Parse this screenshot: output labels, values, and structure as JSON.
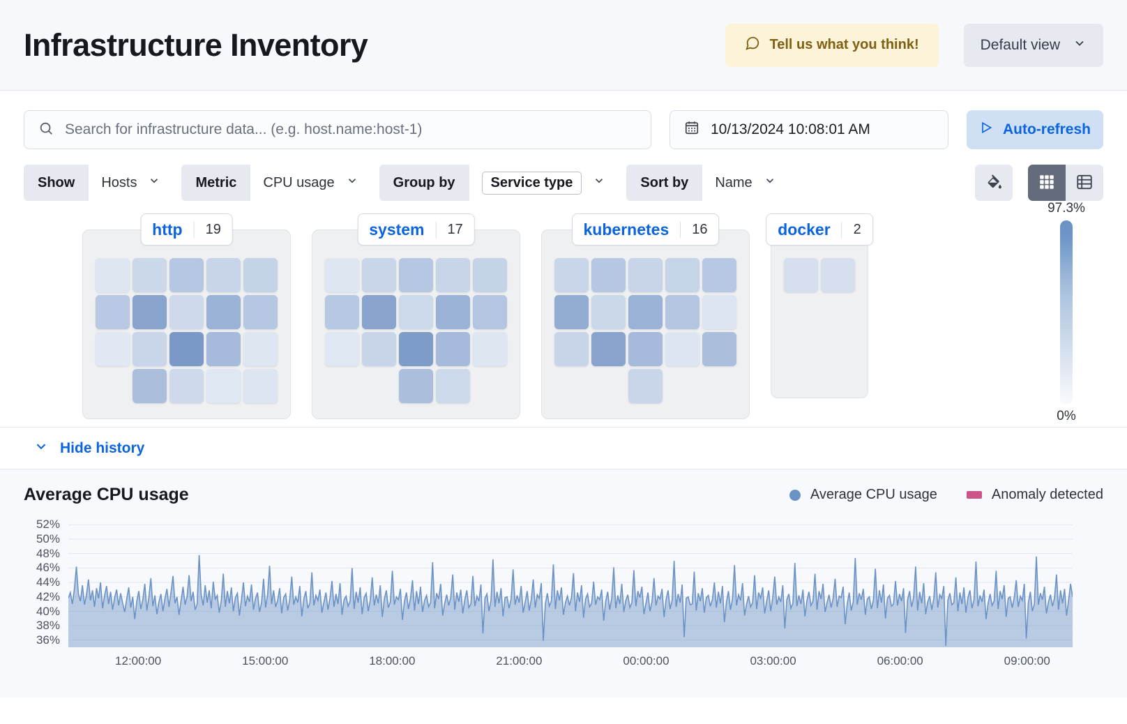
{
  "header": {
    "title": "Infrastructure Inventory",
    "feedback_label": "Tell us what you think!",
    "feedback_icon": "comment-icon",
    "view_label": "Default view",
    "view_icon": "chevron-down-icon"
  },
  "query": {
    "search_placeholder": "Search for infrastructure data... (e.g. host.name:host-1)",
    "search_value": "",
    "search_icon": "search-icon",
    "date_icon": "calendar-icon",
    "date_value": "10/13/2024 10:08:01 AM",
    "refresh_label": "Auto-refresh",
    "refresh_icon": "play-icon"
  },
  "filters": [
    {
      "label": "Show",
      "value": "Hosts",
      "boxed": false,
      "icon": "chevron-down-icon"
    },
    {
      "label": "Metric",
      "value": "CPU usage",
      "boxed": false,
      "icon": "chevron-down-icon"
    },
    {
      "label": "Group by",
      "value": "Service type",
      "boxed": true,
      "icon": "chevron-down-icon"
    },
    {
      "label": "Sort by",
      "value": "Name",
      "boxed": false,
      "icon": "chevron-down-icon"
    }
  ],
  "view_controls": {
    "palette_icon": "color-fill-icon",
    "grid_icon": "grid-view-icon",
    "list_icon": "list-view-icon",
    "active": "grid"
  },
  "waffle": {
    "legend_max": "97.3%",
    "legend_min": "0%",
    "groups": [
      {
        "name": "http",
        "count": "19",
        "values": [
          0.18,
          0.32,
          0.46,
          0.34,
          0.36,
          0.44,
          0.72,
          0.3,
          0.62,
          0.46,
          0.16,
          0.33,
          0.8,
          0.55,
          0.18,
          0.52,
          0.3,
          0.17,
          0.19
        ]
      },
      {
        "name": "system",
        "count": "17",
        "values": [
          0.18,
          0.33,
          0.46,
          0.34,
          0.36,
          0.45,
          0.72,
          0.31,
          0.62,
          0.47,
          0.17,
          0.34,
          0.78,
          0.55,
          0.18,
          0.52,
          0.31
        ]
      },
      {
        "name": "kubernetes",
        "count": "16",
        "values": [
          0.33,
          0.46,
          0.34,
          0.35,
          0.45,
          0.66,
          0.32,
          0.62,
          0.47,
          0.19,
          0.34,
          0.72,
          0.55,
          0.19,
          0.52,
          0.33
        ]
      },
      {
        "name": "docker",
        "count": "2",
        "values": [
          0.25,
          0.25
        ]
      }
    ]
  },
  "history": {
    "toggle_label": "Hide history",
    "toggle_icon": "chevron-down-icon"
  },
  "chart_data": {
    "type": "area",
    "title": "Average CPU usage",
    "xlabel": "",
    "ylabel": "",
    "ylim": [
      35,
      53
    ],
    "grid": true,
    "legend_position": "top-right",
    "legend": [
      {
        "name": "Average CPU usage",
        "color": "#6b92c6",
        "marker": "dot"
      },
      {
        "name": "Anomaly detected",
        "color": "#cc5288",
        "marker": "square"
      }
    ],
    "ytick_labels": [
      "52%",
      "50%",
      "48%",
      "46%",
      "44%",
      "42%",
      "40%",
      "38%",
      "36%"
    ],
    "ytick_values": [
      52,
      50,
      48,
      46,
      44,
      42,
      40,
      38,
      36
    ],
    "xtick_labels": [
      "12:00:00",
      "15:00:00",
      "18:00:00",
      "21:00:00",
      "00:00:00",
      "03:00:00",
      "06:00:00",
      "09:00:00"
    ],
    "series": [
      {
        "name": "Average CPU usage",
        "color": "#6b92c6",
        "values": [
          41.8,
          42.6,
          41.0,
          43.1,
          46.2,
          42.4,
          41.4,
          43.6,
          40.9,
          42.3,
          44.4,
          41.5,
          42.9,
          40.6,
          43.2,
          41.8,
          44.0,
          40.4,
          42.2,
          43.5,
          41.0,
          42.7,
          40.2,
          41.9,
          43.0,
          40.8,
          42.5,
          41.1,
          39.9,
          41.7,
          43.3,
          40.5,
          42.0,
          38.9,
          41.4,
          42.8,
          40.3,
          41.6,
          43.8,
          40.1,
          41.9,
          44.6,
          40.7,
          42.2,
          39.6,
          41.3,
          42.4,
          40.0,
          41.8,
          43.1,
          40.6,
          42.6,
          44.9,
          41.1,
          42.0,
          39.5,
          41.5,
          43.4,
          40.9,
          42.1,
          45.0,
          41.4,
          42.7,
          40.2,
          41.0,
          47.8,
          42.3,
          40.8,
          43.6,
          41.2,
          42.9,
          40.4,
          44.1,
          41.7,
          42.2,
          39.8,
          41.5,
          45.2,
          40.6,
          42.8,
          41.1,
          43.3,
          40.0,
          41.9,
          42.5,
          39.4,
          41.6,
          44.0,
          40.7,
          42.1,
          41.3,
          43.7,
          40.2,
          41.8,
          42.6,
          39.9,
          41.2,
          44.5,
          40.5,
          42.3,
          46.3,
          41.0,
          42.9,
          40.6,
          41.5,
          43.2,
          39.7,
          41.9,
          42.4,
          40.1,
          41.6,
          44.8,
          40.9,
          42.0,
          41.2,
          43.5,
          39.3,
          41.7,
          42.8,
          40.4,
          41.1,
          45.4,
          40.8,
          42.2,
          41.5,
          43.0,
          39.8,
          41.3,
          42.6,
          40.2,
          41.8,
          44.2,
          40.6,
          42.4,
          41.0,
          43.9,
          39.5,
          41.6,
          42.1,
          40.7,
          41.4,
          46.0,
          40.3,
          42.7,
          41.2,
          43.3,
          39.6,
          41.9,
          42.5,
          40.0,
          41.5,
          44.7,
          40.8,
          42.3,
          41.1,
          43.6,
          39.2,
          41.7,
          42.9,
          40.5,
          41.3,
          45.6,
          40.9,
          42.0,
          41.6,
          43.1,
          38.8,
          41.4,
          42.6,
          40.3,
          41.8,
          44.3,
          40.1,
          42.8,
          41.0,
          43.4,
          39.9,
          41.5,
          42.2,
          40.6,
          41.2,
          46.8,
          40.4,
          42.5,
          41.7,
          43.8,
          39.4,
          41.1,
          42.3,
          40.8,
          41.9,
          45.1,
          40.2,
          42.6,
          41.3,
          43.0,
          39.7,
          41.6,
          42.9,
          40.5,
          41.0,
          44.9,
          40.7,
          42.1,
          41.4,
          43.7,
          36.9,
          41.8,
          42.4,
          40.0,
          41.5,
          47.2,
          40.6,
          42.7,
          41.1,
          43.2,
          39.3,
          41.9,
          42.0,
          40.4,
          41.7,
          45.8,
          40.9,
          42.2,
          41.2,
          43.5,
          39.8,
          41.3,
          42.8,
          40.1,
          41.6,
          44.4,
          40.5,
          42.3,
          41.8,
          43.9,
          35.9,
          41.0,
          42.5,
          40.7,
          41.4,
          46.5,
          40.3,
          42.9,
          41.5,
          43.3,
          39.5,
          41.2,
          42.1,
          40.8,
          41.9,
          45.3,
          40.0,
          42.6,
          41.3,
          43.6,
          39.1,
          41.7,
          42.4,
          40.6,
          41.1,
          44.1,
          40.9,
          42.0,
          41.6,
          43.0,
          38.7,
          41.4,
          42.7,
          40.2,
          41.8,
          46.1,
          40.4,
          42.2,
          41.0,
          43.8,
          39.9,
          41.5,
          42.3,
          40.5,
          41.2,
          45.7,
          40.7,
          42.8,
          41.9,
          43.4,
          39.6,
          41.1,
          42.6,
          40.0,
          41.3,
          44.6,
          40.8,
          42.1,
          41.7,
          43.1,
          39.2,
          41.6,
          42.9,
          40.3,
          41.5,
          47.0,
          40.6,
          42.4,
          41.2,
          43.7,
          36.4,
          41.8,
          42.0,
          40.9,
          41.0,
          45.5,
          40.1,
          42.5,
          41.4,
          43.2,
          39.8,
          41.9,
          42.2,
          40.7,
          41.6,
          44.0,
          40.5,
          42.7,
          41.1,
          43.5,
          38.5,
          41.3,
          42.8,
          40.2,
          41.7,
          46.4,
          40.8,
          42.3,
          41.5,
          43.9,
          39.4,
          41.0,
          42.1,
          40.6,
          41.2,
          45.0,
          40.3,
          42.6,
          41.8,
          43.3,
          39.7,
          41.4,
          42.9,
          40.0,
          41.9,
          44.8,
          40.9,
          42.0,
          41.3,
          43.6,
          37.6,
          41.6,
          42.4,
          40.4,
          41.1,
          46.7,
          40.7,
          42.2,
          41.0,
          43.0,
          39.3,
          41.5,
          42.7,
          40.8,
          41.4,
          45.2,
          40.2,
          42.8,
          41.7,
          43.8,
          39.9,
          41.2,
          42.3,
          40.5,
          41.8,
          44.5,
          40.6,
          42.1,
          41.9,
          43.4,
          38.2,
          41.0,
          42.6,
          40.1,
          41.3,
          47.4,
          40.9,
          42.5,
          41.6,
          43.1,
          39.5,
          41.7,
          42.0,
          40.3,
          41.5,
          45.9,
          40.4,
          42.9,
          41.2,
          43.7,
          39.0,
          41.8,
          42.2,
          40.7,
          41.0,
          44.2,
          40.8,
          42.4,
          41.4,
          43.2,
          37.0,
          41.6,
          42.8,
          40.6,
          41.9,
          46.2,
          40.1,
          42.7,
          41.1,
          43.9,
          39.6,
          41.3,
          42.1,
          40.2,
          41.7,
          45.4,
          40.5,
          42.3,
          41.8,
          43.5,
          35.2,
          41.5,
          42.5,
          40.9,
          41.2,
          44.7,
          40.0,
          42.6,
          41.0,
          43.3,
          39.8,
          41.9,
          42.9,
          40.4,
          41.6,
          46.9,
          40.7,
          42.2,
          41.3,
          43.0,
          38.9,
          41.1,
          42.4,
          40.8,
          41.4,
          45.6,
          40.3,
          42.8,
          41.7,
          43.6,
          39.2,
          41.8,
          42.0,
          40.5,
          41.9,
          44.3,
          40.6,
          42.1,
          41.5,
          43.8,
          36.2,
          41.2,
          42.7,
          40.0,
          41.0,
          47.6,
          40.9,
          42.5,
          41.6,
          43.4,
          39.7,
          41.3,
          42.3,
          40.7,
          41.8,
          45.1,
          40.2,
          42.9,
          41.1,
          43.1,
          39.4,
          41.5,
          43.8,
          42.0
        ]
      }
    ]
  }
}
